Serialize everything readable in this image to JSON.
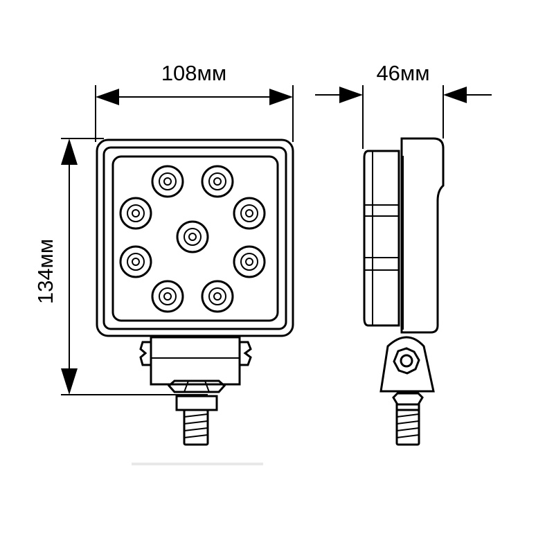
{
  "dimensions": {
    "width_label": "108мм",
    "depth_label": "46мм",
    "height_label": "134мм"
  },
  "front_view": {
    "led_count": 9
  },
  "colors": {
    "line": "#000000",
    "background": "#ffffff"
  }
}
